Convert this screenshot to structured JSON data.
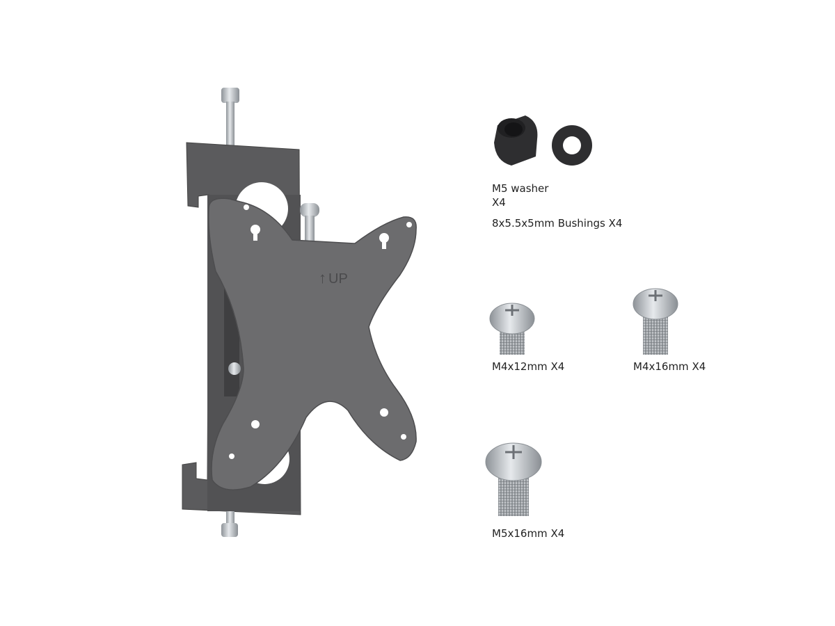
{
  "product": {
    "plate_marking": "UP"
  },
  "parts": {
    "washer": {
      "name": "M5 washer",
      "qty": "X4"
    },
    "bushings": {
      "label": "8x5.5x5mm Bushings X4"
    },
    "screw_m4x12": {
      "label": "M4x12mm X4"
    },
    "screw_m4x16": {
      "label": "M4x16mm X4"
    },
    "screw_m5x16": {
      "label": "M5x16mm X4"
    }
  },
  "colors": {
    "bracket": "#5b5b5d",
    "plate": "#6c6c6e",
    "rubber": "#2e2e30",
    "steel": "#c4c8cc"
  }
}
